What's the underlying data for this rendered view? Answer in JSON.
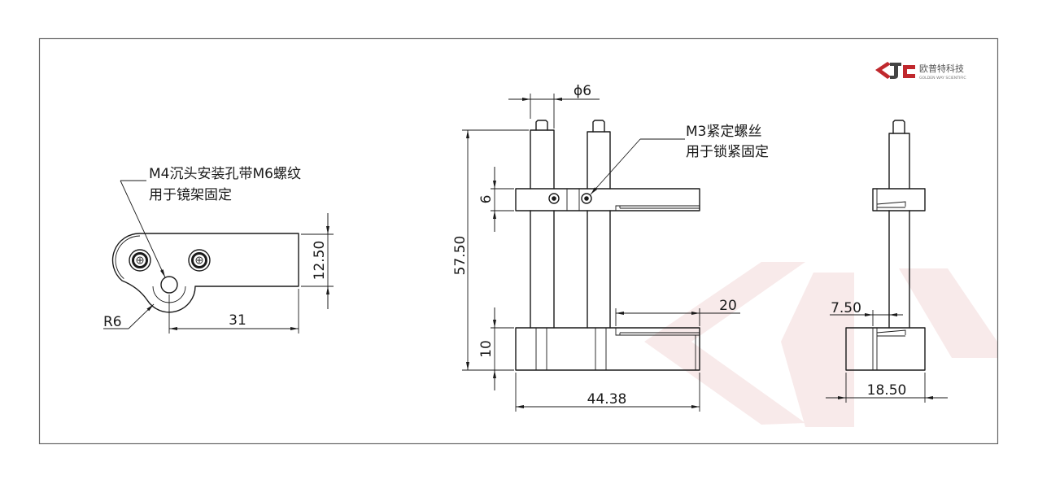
{
  "logo": {
    "name_cn": "欧普特科技",
    "name_en": "GOLDEN WAY SCIENTIFIC",
    "brand_color": "#c0282d"
  },
  "top_view": {
    "note_line1": "M4沉头安装孔带M6螺纹",
    "note_line2": "用于镜架固定",
    "dim_width": "12.50",
    "dim_length": "31",
    "dim_radius": "R6"
  },
  "front_view": {
    "dim_post_diameter": "ϕ6",
    "note_line1": "M3紧定螺丝",
    "note_line2": "用于锁紧固定",
    "dim_height": "57.50",
    "dim_clamp_thickness": "6",
    "dim_base_thickness": "10",
    "dim_slot_length": "20",
    "dim_total_width": "44.38"
  },
  "side_view": {
    "dim_post_offset": "7.50",
    "dim_depth": "18.50"
  },
  "colors": {
    "line": "#1a1a1a",
    "border": "#666666",
    "watermark": "#f6e3e3"
  }
}
